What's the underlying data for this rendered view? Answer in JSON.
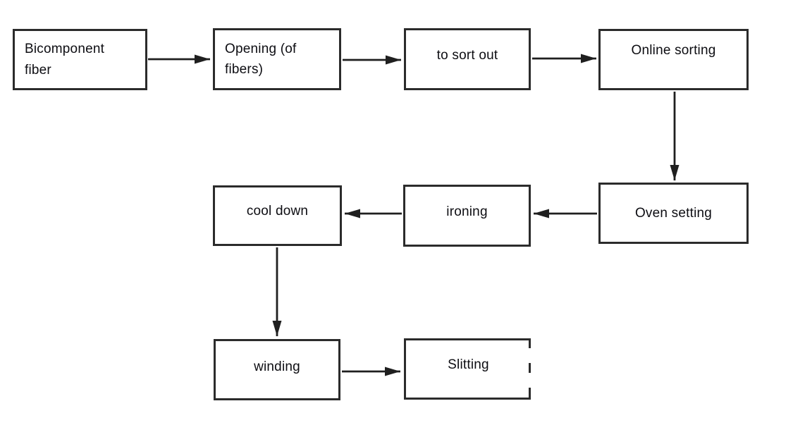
{
  "diagram": {
    "type": "flowchart",
    "nodes": {
      "bicomponent_fiber": {
        "label": "Bicomponent\nfiber"
      },
      "opening": {
        "label": "Opening (of\nfibers)"
      },
      "to_sort_out": {
        "label": "to sort out"
      },
      "online_sorting": {
        "label": "Online sorting"
      },
      "oven_setting": {
        "label": "Oven setting"
      },
      "ironing": {
        "label": "ironing"
      },
      "cool_down": {
        "label": "cool down"
      },
      "winding": {
        "label": "winding"
      },
      "slitting": {
        "label": "Slitting"
      }
    },
    "edges": [
      {
        "from": "bicomponent_fiber",
        "to": "opening"
      },
      {
        "from": "opening",
        "to": "to_sort_out"
      },
      {
        "from": "to_sort_out",
        "to": "online_sorting"
      },
      {
        "from": "online_sorting",
        "to": "oven_setting"
      },
      {
        "from": "oven_setting",
        "to": "ironing"
      },
      {
        "from": "ironing",
        "to": "cool_down"
      },
      {
        "from": "cool_down",
        "to": "winding"
      },
      {
        "from": "winding",
        "to": "slitting"
      }
    ],
    "colors": {
      "background": "#ffffff",
      "box_border": "#2b2b2b",
      "line": "#1f1f1f",
      "text": "#0d0d12"
    }
  }
}
